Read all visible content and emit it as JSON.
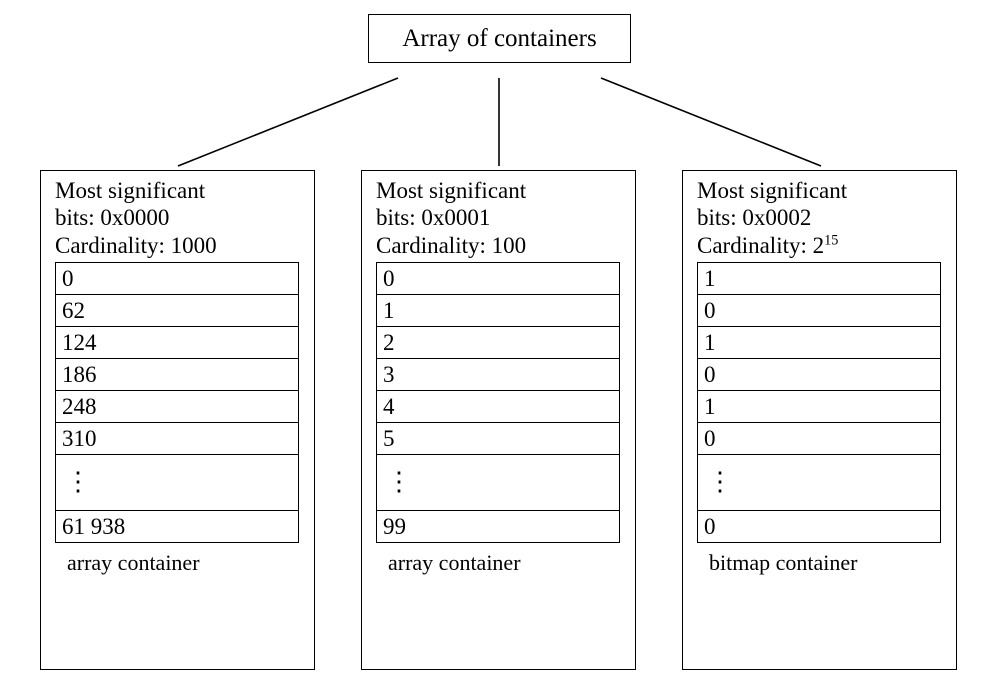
{
  "diagram": {
    "root": {
      "label": "Array of containers"
    },
    "connector_color": "#000000",
    "containers": [
      {
        "msb_line1": "Most significant",
        "msb_line2": "bits: 0x0000",
        "cardinality_label": "Cardinality: 1000",
        "cardinality_value": "1000",
        "cardinality_exponent": "",
        "cells": [
          "0",
          "62",
          "124",
          "186",
          "248",
          "310",
          "⋮",
          "61 938"
        ],
        "ellipsis_index": 6,
        "caption": "array container"
      },
      {
        "msb_line1": "Most significant",
        "msb_line2": "bits: 0x0001",
        "cardinality_label": "Cardinality: 100",
        "cardinality_value": "100",
        "cardinality_exponent": "",
        "cells": [
          "0",
          "1",
          "2",
          "3",
          "4",
          "5",
          "⋮",
          "99"
        ],
        "ellipsis_index": 6,
        "caption": "array container"
      },
      {
        "msb_line1": "Most significant",
        "msb_line2": "bits: 0x0002",
        "cardinality_label": "Cardinality: 2",
        "cardinality_value": "2",
        "cardinality_exponent": "15",
        "cells": [
          "1",
          "0",
          "1",
          "0",
          "1",
          "0",
          "⋮",
          "0"
        ],
        "ellipsis_index": 6,
        "caption": "bitmap container"
      }
    ]
  }
}
